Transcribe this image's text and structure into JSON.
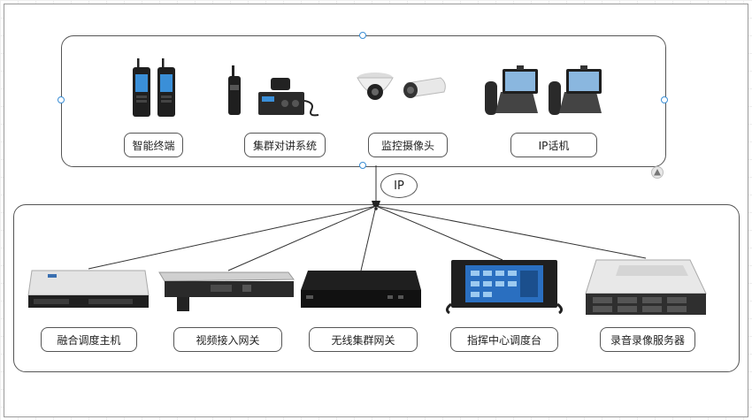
{
  "hub_label": "IP",
  "terminals": [
    {
      "name": "智能终端",
      "icon": "smart-handheld-terminal-icon"
    },
    {
      "name": "集群对讲系统",
      "icon": "trunking-radio-icon"
    },
    {
      "name": "监控摄像头",
      "icon": "surveillance-camera-icon"
    },
    {
      "name": "IP话机",
      "icon": "ip-phone-icon"
    }
  ],
  "servers": [
    {
      "name": "融合调度主机",
      "icon": "dispatch-host-icon"
    },
    {
      "name": "视频接入网关",
      "icon": "video-gateway-icon"
    },
    {
      "name": "无线集群网关",
      "icon": "wireless-trunking-gateway-icon"
    },
    {
      "name": "指挥中心调度台",
      "icon": "dispatch-console-icon"
    },
    {
      "name": "录音录像服务器",
      "icon": "recording-server-icon"
    }
  ],
  "colors": {
    "line": "#333333",
    "border": "#555555",
    "handle": "#3b8fd6",
    "device_dark": "#1c1c1c",
    "screen_blue": "#2a6fc0"
  }
}
